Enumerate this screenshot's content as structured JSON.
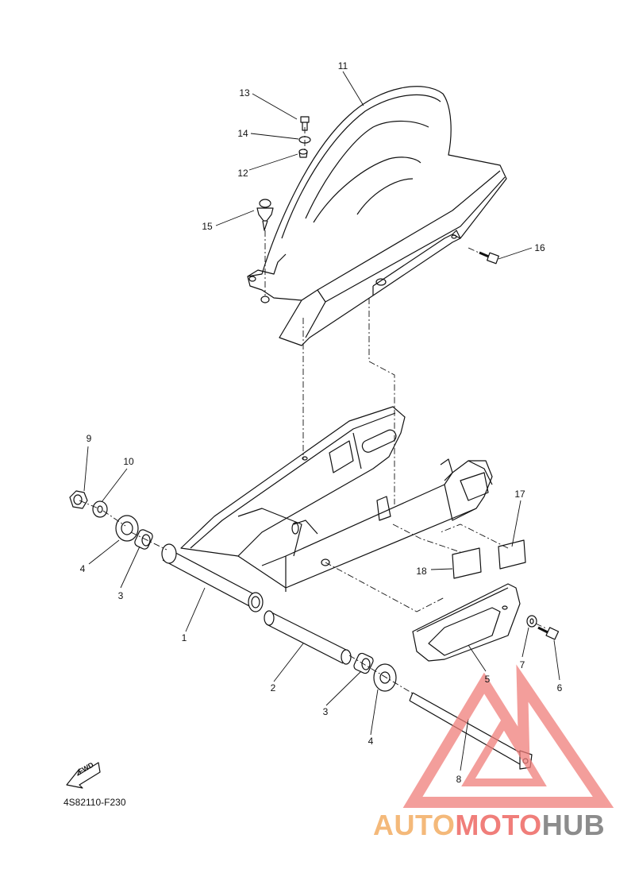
{
  "diagram": {
    "drawing_code": "4S82110-F230",
    "fwd_label": "FWD",
    "callouts": [
      "1",
      "2",
      "3",
      "3",
      "4",
      "4",
      "5",
      "6",
      "7",
      "8",
      "9",
      "10",
      "11",
      "12",
      "13",
      "14",
      "15",
      "16",
      "17",
      "18"
    ]
  },
  "watermark": {
    "part1": "AUTO",
    "part2": "MOTO",
    "part3": "HUB",
    "colors": {
      "auto": "#f4b97a",
      "moto": "#f07e7a",
      "hub": "#8c8c8c",
      "logo": "#f07e7a"
    }
  }
}
